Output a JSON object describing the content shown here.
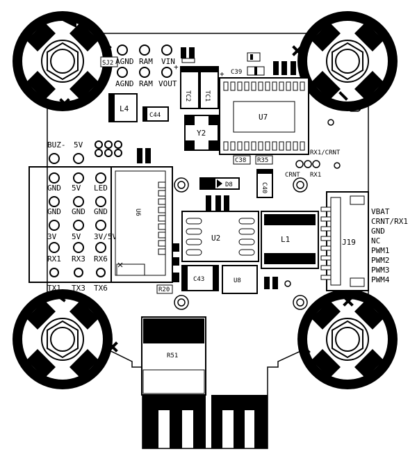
{
  "board": {
    "colors": {
      "ink": "#000000",
      "paper": "#ffffff",
      "pad": "#666666"
    },
    "pad_columns": {
      "top_left": {
        "row1": [
          "AGND",
          "RAM",
          "VIN"
        ],
        "row2": [
          "AGND",
          "RAM",
          "VOUT"
        ]
      },
      "left_block": {
        "header": [
          "BUZ-",
          "5V"
        ],
        "rows": [
          [
            "GND",
            "5V",
            "LED"
          ],
          [
            "GND",
            "GND",
            "GND"
          ],
          [
            "3V",
            "5V",
            "3V/5V"
          ],
          [
            "RX1",
            "RX3",
            "RX6"
          ],
          [
            "TX1",
            "TX3",
            "TX6"
          ]
        ]
      },
      "right_j19": [
        "VBAT",
        "CRNT/RX1",
        "GND",
        "NC",
        "PWM1",
        "PWM2",
        "PWM3",
        "PWM4"
      ]
    },
    "labels": {
      "sj2": "SJ2",
      "l4": "L4",
      "c44": "C44",
      "tc2": "TC2",
      "tc1": "TC1",
      "c39": "C39",
      "plus1": "+",
      "plus2": "+",
      "u7": "U7",
      "y2": "Y2",
      "c38": "C38",
      "r35": "R35",
      "rx1crnt": "RX1/CRNT",
      "crnt": "CRNT",
      "rx1": "RX1",
      "d8": "D8",
      "c40": "C40",
      "u6": "U6",
      "u2": "U2",
      "l1": "L1",
      "j19": "J19",
      "c43": "C43",
      "u8": "U8",
      "r20": "R20",
      "r51": "R51"
    }
  }
}
